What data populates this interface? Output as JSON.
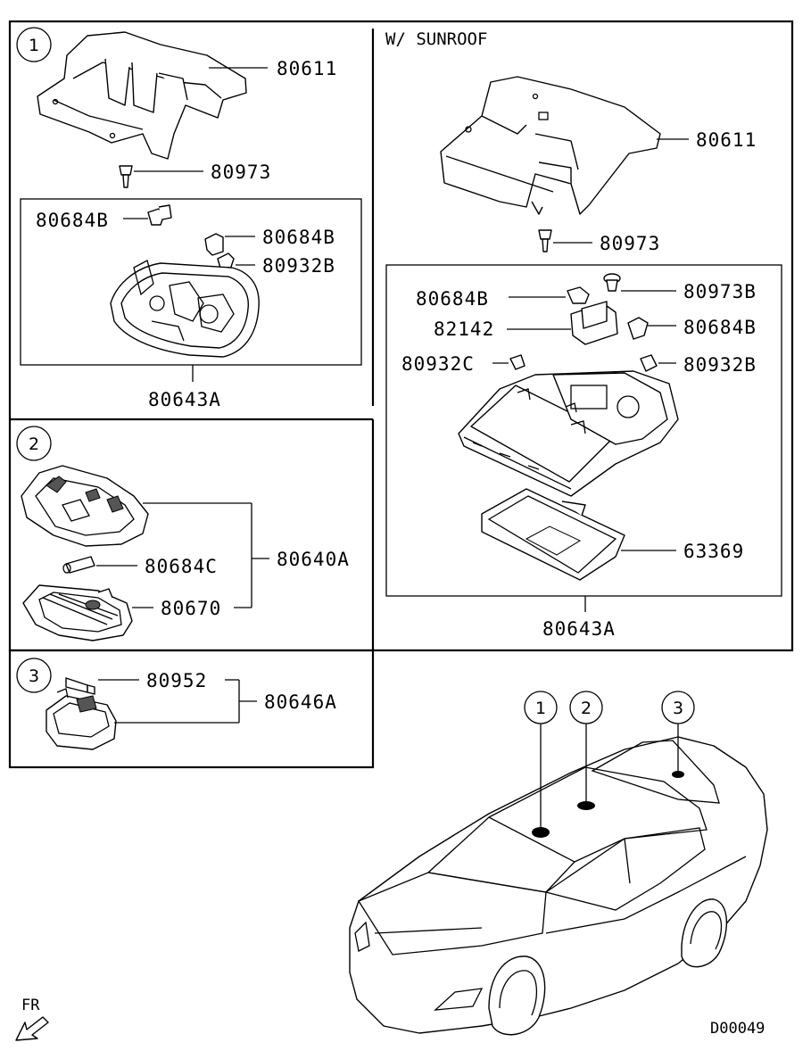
{
  "section1": {
    "callout": "1",
    "parts": {
      "p80611": "80611",
      "p80973": "80973",
      "p80684B_a": "80684B",
      "p80684B_b": "80684B",
      "p80932B": "80932B",
      "p80643A": "80643A"
    }
  },
  "sunroof": {
    "title": "W/ SUNROOF",
    "parts": {
      "p80611": "80611",
      "p80973": "80973",
      "p80684B_a": "80684B",
      "p80973B": "80973B",
      "p82142": "82142",
      "p80684B_b": "80684B",
      "p80932C": "80932C",
      "p80932B": "80932B",
      "p63369": "63369",
      "p80643A": "80643A"
    }
  },
  "section2": {
    "callout": "2",
    "parts": {
      "p80640A": "80640A",
      "p80684C": "80684C",
      "p80670": "80670"
    }
  },
  "section3": {
    "callout": "3",
    "parts": {
      "p80952": "80952",
      "p80646A": "80646A"
    }
  },
  "vehicle": {
    "callouts": [
      "1",
      "2",
      "3"
    ]
  },
  "front_label": "FR",
  "diagram_code": "D00049"
}
